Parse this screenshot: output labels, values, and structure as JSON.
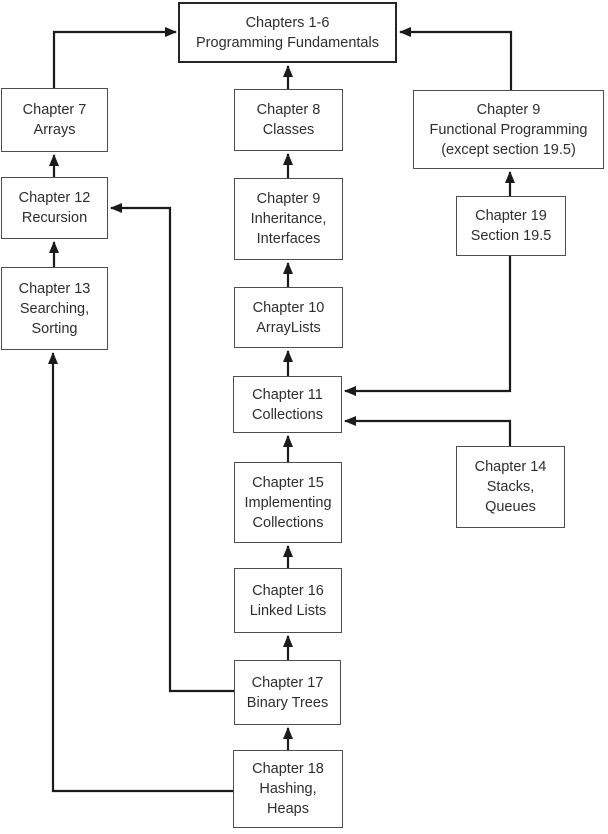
{
  "diagram": {
    "type": "dependency-flowchart",
    "nodes": [
      {
        "id": "chapters-1-6",
        "lines": [
          "Chapters 1-6",
          "Programming Fundamentals"
        ]
      },
      {
        "id": "chapter-7",
        "lines": [
          "Chapter 7",
          "Arrays"
        ]
      },
      {
        "id": "chapter-12",
        "lines": [
          "Chapter 12",
          "Recursion"
        ]
      },
      {
        "id": "chapter-13",
        "lines": [
          "Chapter 13",
          "Searching,",
          "Sorting"
        ]
      },
      {
        "id": "chapter-8",
        "lines": [
          "Chapter 8",
          "Classes"
        ]
      },
      {
        "id": "chapter-9-inheritance",
        "lines": [
          "Chapter 9",
          "Inheritance,",
          "Interfaces"
        ]
      },
      {
        "id": "chapter-10",
        "lines": [
          "Chapter 10",
          "ArrayLists"
        ]
      },
      {
        "id": "chapter-11",
        "lines": [
          "Chapter 11",
          "Collections"
        ]
      },
      {
        "id": "chapter-15",
        "lines": [
          "Chapter 15",
          "Implementing",
          "Collections"
        ]
      },
      {
        "id": "chapter-16",
        "lines": [
          "Chapter 16",
          "Linked Lists"
        ]
      },
      {
        "id": "chapter-17",
        "lines": [
          "Chapter 17",
          "Binary Trees"
        ]
      },
      {
        "id": "chapter-18",
        "lines": [
          "Chapter 18",
          "Hashing,",
          "Heaps"
        ]
      },
      {
        "id": "chapter-9-functional",
        "lines": [
          "Chapter 9",
          "Functional Programming",
          "(except section 19.5)"
        ]
      },
      {
        "id": "chapter-19",
        "lines": [
          "Chapter 19",
          "Section 19.5"
        ]
      },
      {
        "id": "chapter-14",
        "lines": [
          "Chapter 14",
          "Stacks,",
          "Queues"
        ]
      }
    ],
    "edges": [
      {
        "from": "chapter-7",
        "to": "chapters-1-6"
      },
      {
        "from": "chapter-8",
        "to": "chapters-1-6"
      },
      {
        "from": "chapter-9-functional",
        "to": "chapters-1-6"
      },
      {
        "from": "chapter-12",
        "to": "chapter-7"
      },
      {
        "from": "chapter-13",
        "to": "chapter-12"
      },
      {
        "from": "chapter-9-inheritance",
        "to": "chapter-8"
      },
      {
        "from": "chapter-10",
        "to": "chapter-9-inheritance"
      },
      {
        "from": "chapter-11",
        "to": "chapter-10"
      },
      {
        "from": "chapter-15",
        "to": "chapter-11"
      },
      {
        "from": "chapter-16",
        "to": "chapter-15"
      },
      {
        "from": "chapter-17",
        "to": "chapter-16"
      },
      {
        "from": "chapter-18",
        "to": "chapter-17"
      },
      {
        "from": "chapter-19",
        "to": "chapter-9-functional"
      },
      {
        "from": "chapter-19",
        "to": "chapter-11"
      },
      {
        "from": "chapter-14",
        "to": "chapter-11"
      },
      {
        "from": "chapter-17",
        "to": "chapter-12"
      },
      {
        "from": "chapter-18",
        "to": "chapter-13"
      }
    ],
    "colors": {
      "background": "#ffffff",
      "box_fill": "#ffffff",
      "box_border": "#4d4d4d",
      "line": "#1b1b1b",
      "text": "#2e2e2e"
    }
  }
}
